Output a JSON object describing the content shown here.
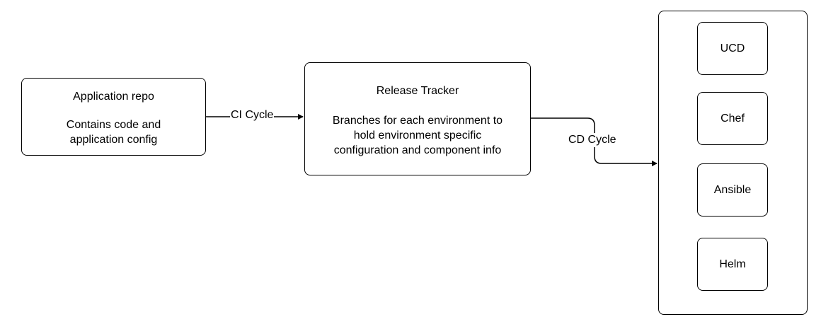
{
  "nodes": {
    "app_repo": {
      "title": "Application repo",
      "desc_line1": "Contains code and",
      "desc_line2": "application config"
    },
    "release_tracker": {
      "title": "Release Tracker",
      "desc_line1": "Branches for each environment to",
      "desc_line2": "hold environment specific",
      "desc_line3": "configuration and component info"
    },
    "targets": [
      "UCD",
      "Chef",
      "Ansible",
      "Helm"
    ]
  },
  "edges": {
    "ci_label": "CI Cycle",
    "cd_label": "CD Cycle"
  }
}
